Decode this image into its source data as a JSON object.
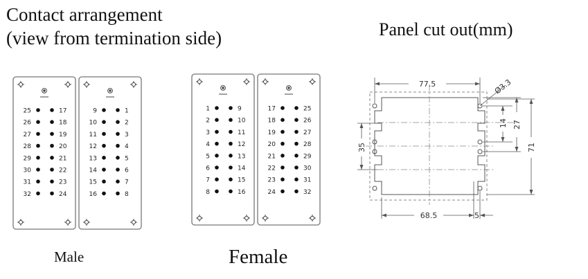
{
  "headings": {
    "contact_line1": "Contact arrangement",
    "contact_line2": "(view from termination side)",
    "panel": "Panel cut out(mm)"
  },
  "labels": {
    "male": "Male",
    "female": "Female"
  },
  "male": {
    "left_insert": {
      "left_col": [
        "25",
        "26",
        "27",
        "28",
        "29",
        "30",
        "31",
        "32"
      ],
      "right_col": [
        "17",
        "18",
        "19",
        "20",
        "21",
        "22",
        "23",
        "24"
      ]
    },
    "right_insert": {
      "left_col": [
        "9",
        "10",
        "11",
        "12",
        "13",
        "14",
        "15",
        "16"
      ],
      "right_col": [
        "1",
        "2",
        "3",
        "4",
        "5",
        "6",
        "7",
        "8"
      ]
    }
  },
  "female": {
    "left_insert": {
      "left_col": [
        "1",
        "2",
        "3",
        "4",
        "5",
        "6",
        "7",
        "8"
      ],
      "right_col": [
        "9",
        "10",
        "11",
        "12",
        "13",
        "14",
        "15",
        "16"
      ]
    },
    "right_insert": {
      "left_col": [
        "17",
        "18",
        "19",
        "20",
        "21",
        "22",
        "23",
        "24"
      ],
      "right_col": [
        "25",
        "26",
        "27",
        "28",
        "29",
        "30",
        "31",
        "32"
      ]
    }
  },
  "dimensions": {
    "top_width": "77.5",
    "hole_dia": "Ø3.3",
    "pitch_14": "14",
    "pitch_27": "27",
    "height_35": "35",
    "height_71": "71",
    "bottom_width": "68.5",
    "edge_5": "5"
  }
}
